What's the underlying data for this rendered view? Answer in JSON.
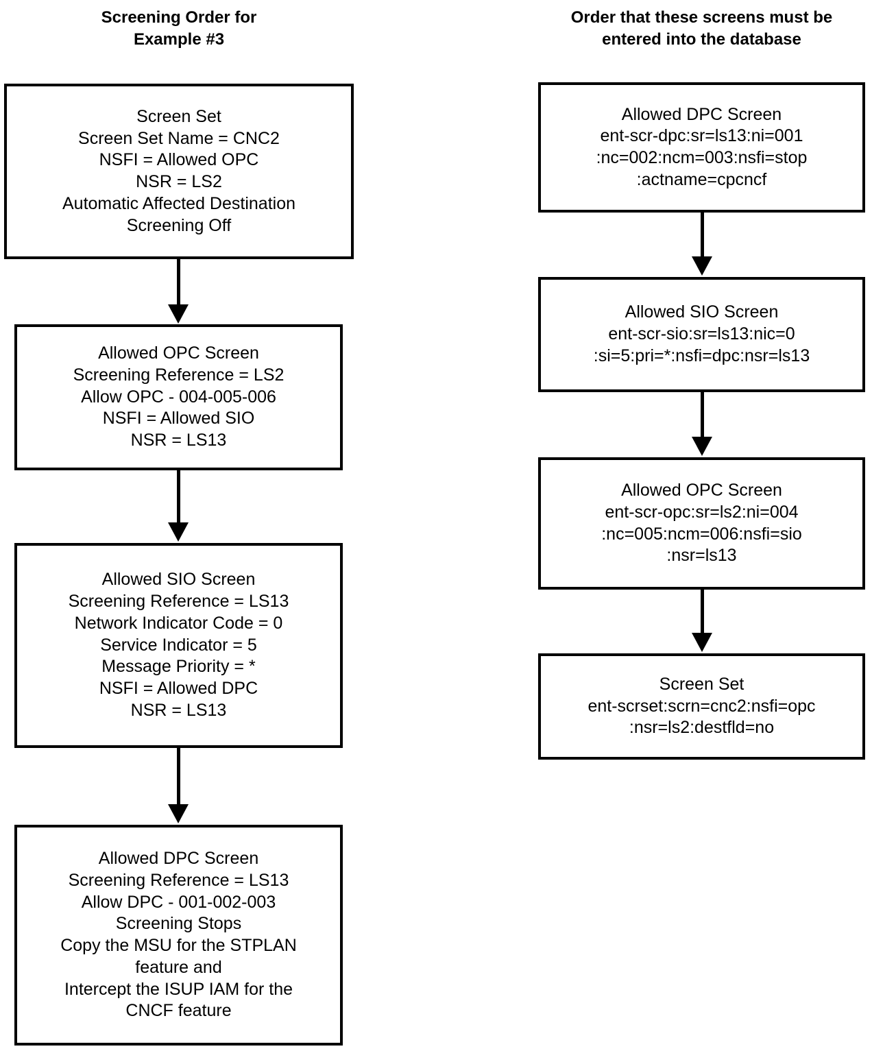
{
  "titles": {
    "left": "Screening Order for\nExample #3",
    "right": "Order that these screens must be\nentered into the database"
  },
  "left_column": {
    "boxes": [
      {
        "name": "screen-set",
        "text": "Screen Set\nScreen Set Name = CNC2\nNSFI = Allowed OPC\nNSR = LS2\nAutomatic Affected Destination\nScreening Off"
      },
      {
        "name": "allowed-opc-screen",
        "text": "Allowed OPC Screen\nScreening Reference = LS2\nAllow OPC - 004-005-006\nNSFI = Allowed SIO\nNSR = LS13"
      },
      {
        "name": "allowed-sio-screen",
        "text": "Allowed SIO Screen\nScreening Reference = LS13\nNetwork Indicator Code  = 0\nService Indicator = 5\nMessage Priority = *\nNSFI = Allowed DPC\nNSR = LS13"
      },
      {
        "name": "allowed-dpc-screen",
        "text": "Allowed DPC Screen\nScreening Reference = LS13\nAllow DPC - 001-002-003\nScreening Stops\nCopy the MSU for the STPLAN\nfeature and\nIntercept the ISUP IAM for the\nCNCF feature"
      }
    ]
  },
  "right_column": {
    "boxes": [
      {
        "name": "allowed-dpc-screen-command",
        "text": "Allowed DPC Screen\nent-scr-dpc:sr=ls13:ni=001\n:nc=002:ncm=003:nsfi=stop\n:actname=cpcncf"
      },
      {
        "name": "allowed-sio-screen-command",
        "text": "Allowed SIO Screen\nent-scr-sio:sr=ls13:nic=0\n:si=5:pri=*:nsfi=dpc:nsr=ls13"
      },
      {
        "name": "allowed-opc-screen-command",
        "text": "Allowed OPC Screen\nent-scr-opc:sr=ls2:ni=004\n:nc=005:ncm=006:nsfi=sio\n:nsr=ls13"
      },
      {
        "name": "screen-set-command",
        "text": "Screen Set\nent-scrset:scrn=cnc2:nsfi=opc\n:nsr=ls2:destfld=no"
      }
    ]
  },
  "colors": {
    "stroke": "#000000",
    "background": "#ffffff"
  }
}
